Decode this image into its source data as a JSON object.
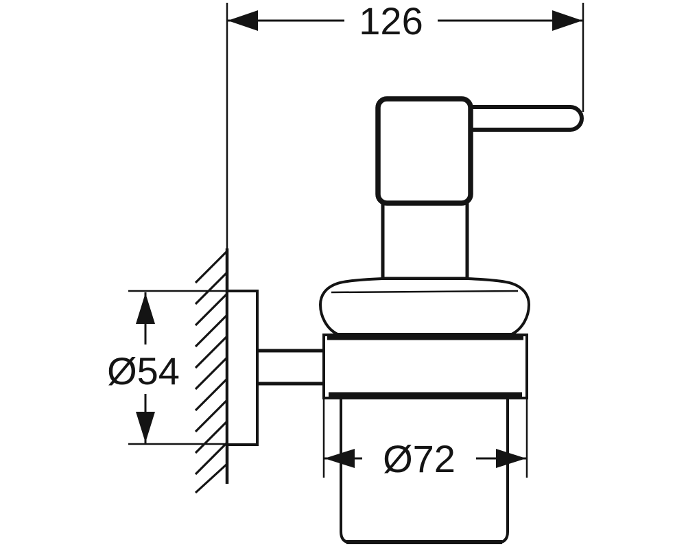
{
  "drawing": {
    "kind": "technical-dimension-drawing",
    "colors": {
      "line": "#141414",
      "background": "#ffffff"
    },
    "dimensions": {
      "overall_depth": {
        "label": "126"
      },
      "wall_plate_diameter": {
        "label": "Ø54"
      },
      "container_diameter": {
        "label": "Ø72"
      }
    }
  }
}
